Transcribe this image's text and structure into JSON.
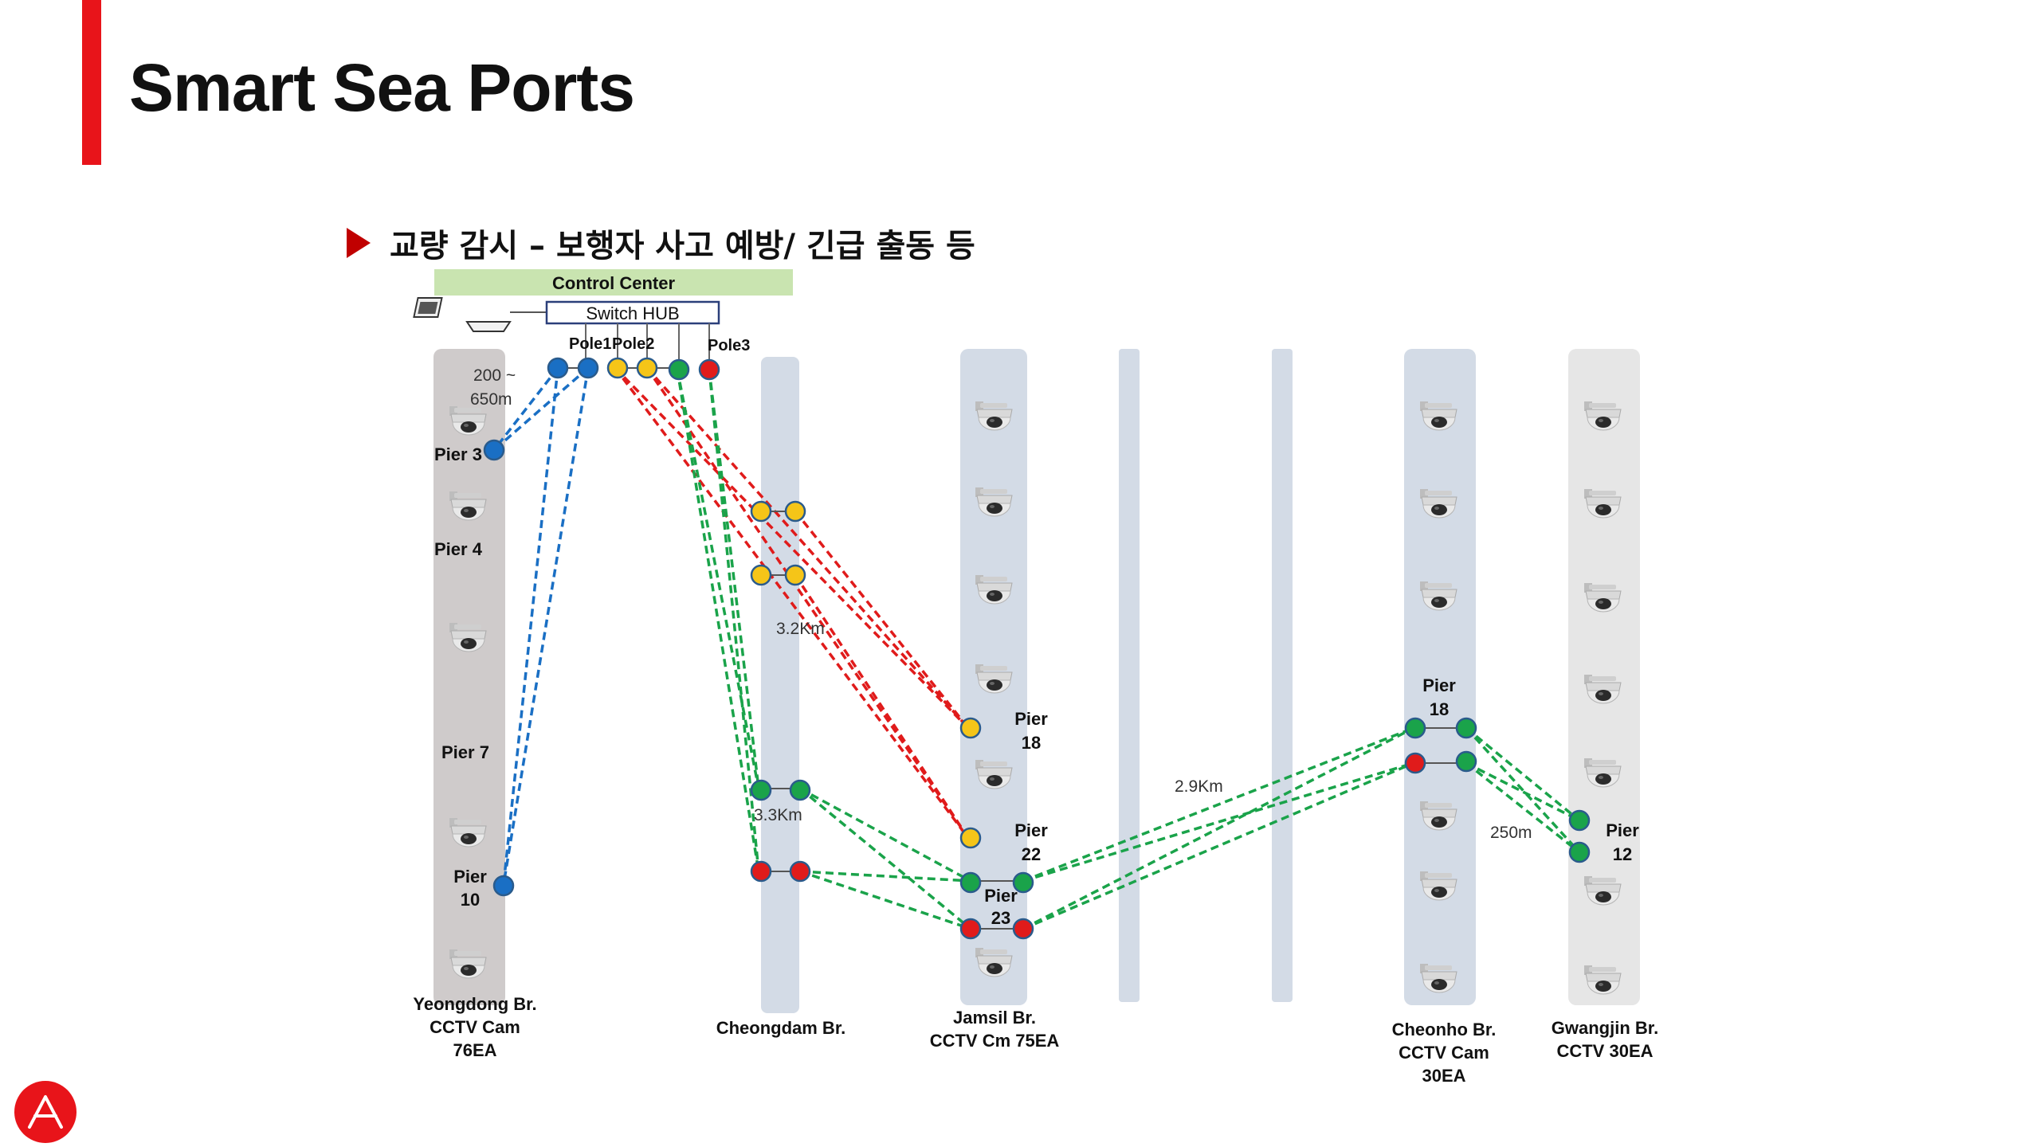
{
  "slide": {
    "title": "Smart Sea Ports",
    "subtitle": "교량 감시 – 보행자 사고 예방/ 긴급 출동 등"
  },
  "diagram": {
    "control_center": "Control Center",
    "switch_hub": "Switch HUB",
    "poles": [
      "Pole1",
      "Pole2",
      "Pole3"
    ],
    "distance_pole": [
      "200 ~",
      "650m"
    ],
    "distances": {
      "d1": "3.2Km",
      "d2": "3.3Km",
      "d3": "2.9Km",
      "d4": "250m"
    },
    "piers": {
      "p3": "Pier 3",
      "p4": "Pier 4",
      "p7": "Pier 7",
      "p10": [
        "Pier",
        "10"
      ],
      "j18": [
        "Pier",
        "18"
      ],
      "j22": [
        "Pier",
        "22"
      ],
      "j23": [
        "Pier",
        "23"
      ],
      "c18": [
        "Pier",
        "18"
      ],
      "g12": [
        "Pier",
        "12"
      ]
    },
    "bridges": {
      "yeongdong": [
        "Yeongdong Br.",
        "CCTV Cam",
        "76EA"
      ],
      "cheongdam": [
        "Cheongdam Br."
      ],
      "jamsil": [
        "Jamsil Br.",
        "CCTV Cm 75EA"
      ],
      "cheonho": [
        "Cheonho Br.",
        "CCTV Cam",
        "30EA"
      ],
      "gwangjin": [
        "Gwangjin Br.",
        "CCTV 30EA"
      ]
    },
    "colors": {
      "blue": "#1a6fc4",
      "yellow": "#f5c518",
      "green": "#1aa34a",
      "red": "#e01b1b",
      "control_center_bg": "#c9e4b0",
      "bridge_gray": "#cfcfcf",
      "bridge_blue": "#d3dbe6",
      "accent": "#e8141a"
    },
    "icons": [
      "cctv-camera-icon",
      "computer-icon",
      "logo-icon"
    ]
  }
}
